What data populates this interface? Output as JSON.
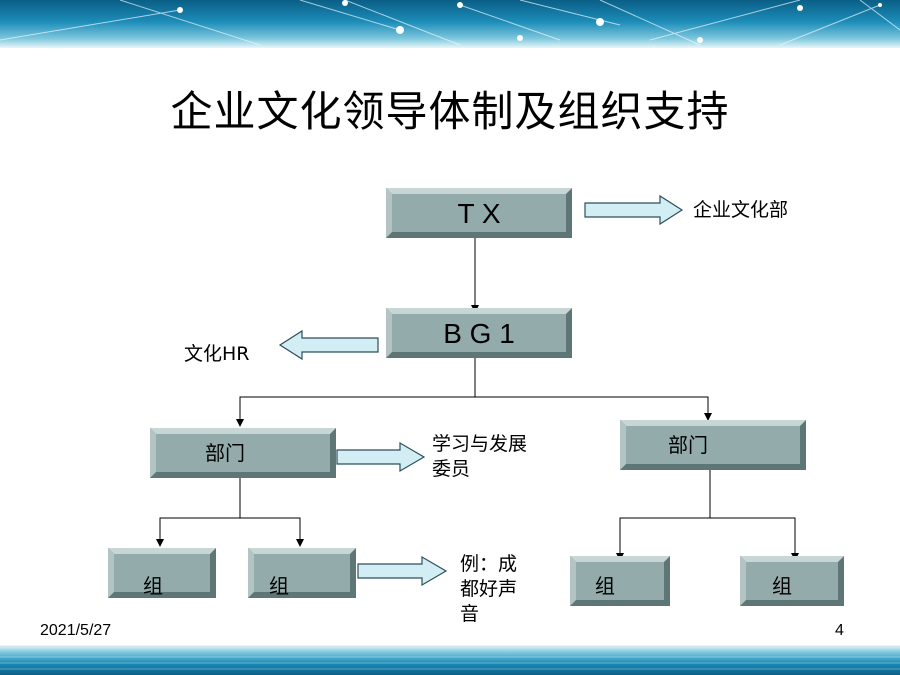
{
  "slide": {
    "title": "企业文化领导体制及组织支持",
    "date": "2021/5/27",
    "page_number": "4"
  },
  "org_chart": {
    "root": {
      "label": "T X",
      "note": "企业文化部"
    },
    "bg": {
      "label": "B G 1",
      "note": "文化HR"
    },
    "dept_left": {
      "label": "部门",
      "note_line1": "学习与发展",
      "note_line2": "委员"
    },
    "dept_right": {
      "label": "部门"
    },
    "group_ll": {
      "label": "组"
    },
    "group_lr": {
      "label": "组",
      "note_line1": "例：成",
      "note_line2": "都好声",
      "note_line3": "音"
    },
    "group_rl": {
      "label": "组"
    },
    "group_rr": {
      "label": "组"
    }
  },
  "colors": {
    "box_fill": "#93abab",
    "box_bevel_light": "#c9d6d6",
    "box_bevel_dark": "#5f7676",
    "arrow_fill": "#d2eef4",
    "arrow_stroke": "#2c4f5a",
    "band_dark": "#0a5f86",
    "band_light": "#7cc6dd"
  }
}
